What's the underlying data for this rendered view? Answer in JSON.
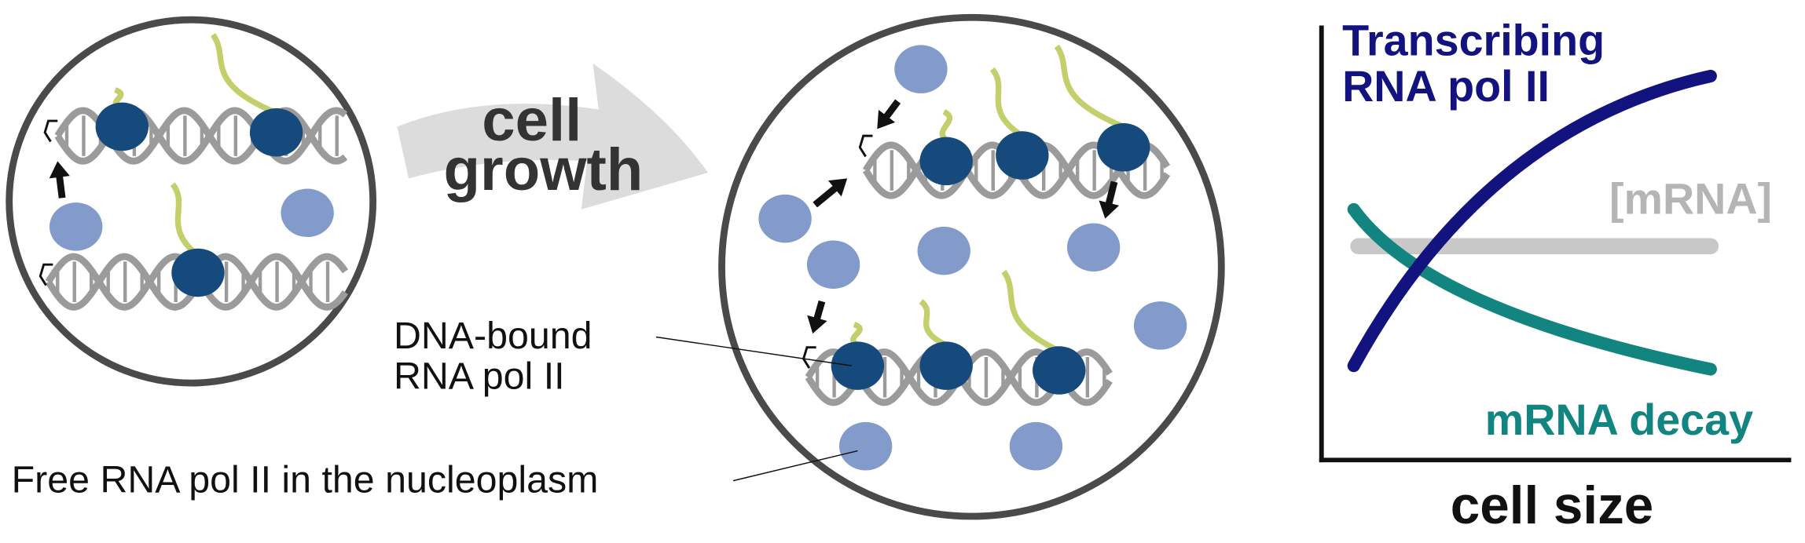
{
  "title_arrow": {
    "line1": "cell",
    "line2": "growth"
  },
  "labels": {
    "dna_bound_line1": "DNA-bound",
    "dna_bound_line2": "RNA pol II",
    "free_pol": "Free RNA pol II in the nucleoplasm"
  },
  "graph": {
    "transcribing_line1": "Transcribing",
    "transcribing_line2": "RNA pol II",
    "mrna": "[mRNA]",
    "decay": "mRNA decay",
    "xlabel": "cell size"
  },
  "colors": {
    "bound_pol": "#174a7c",
    "free_pol": "#829bcb",
    "dna": "#9b9b9b",
    "mrna_tail": "#c2cf6a",
    "transcribing": "#13137f",
    "decay": "#138580",
    "mrna_level": "#c8c8c8",
    "cell_outline": "#4a4a4a"
  }
}
